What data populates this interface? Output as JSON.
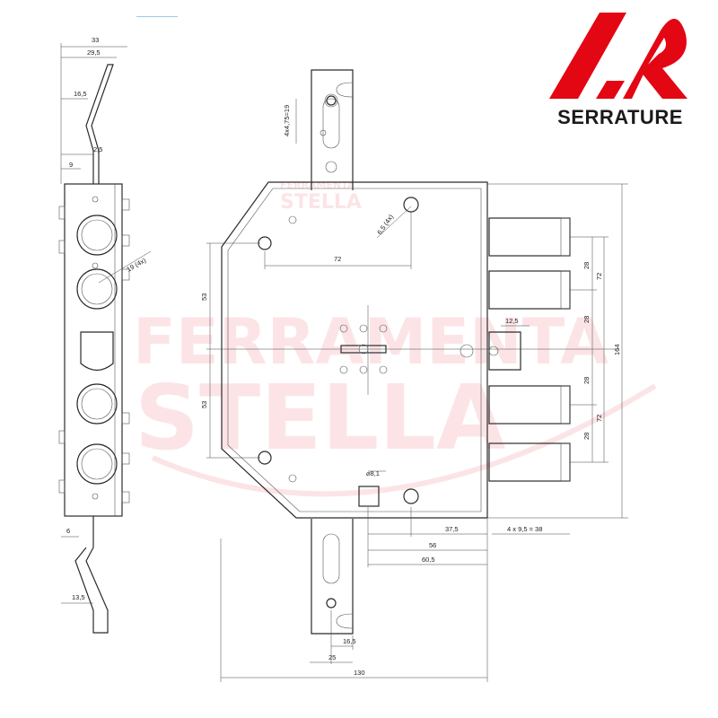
{
  "logo": {
    "mark": "CR",
    "word": "SERRATURE",
    "color": "#e30613"
  },
  "watermark": {
    "line1": "FERRAMENTA",
    "line2": "STELLA",
    "color": "#e30613"
  },
  "side_view": {
    "d33": "33",
    "d29_5": "29,5",
    "d16_5": "16,5",
    "d2_5": "2,5",
    "d9": "9",
    "d19_4x": "19 (4x)",
    "d6": "6",
    "d13_5": "13,5"
  },
  "front_view": {
    "d4x475": "4x4,75=19",
    "d6_5_4x": "6,5 (4x)",
    "d72_top": "72",
    "d53_top": "53",
    "d53_bot": "53",
    "d28_1": "28",
    "d28_2": "28",
    "d28_3": "28",
    "d28_4": "28",
    "d72_r1": "72",
    "d72_r2": "72",
    "d164": "164",
    "d12_5": "12,5",
    "d8_1": "⌀8,1",
    "d37_5": "37,5",
    "d4x9_5": "4 x 9,5 = 38",
    "d56": "56",
    "d60_5": "60,5",
    "d16_5b": "16,5",
    "d25": "25",
    "d130": "130"
  }
}
